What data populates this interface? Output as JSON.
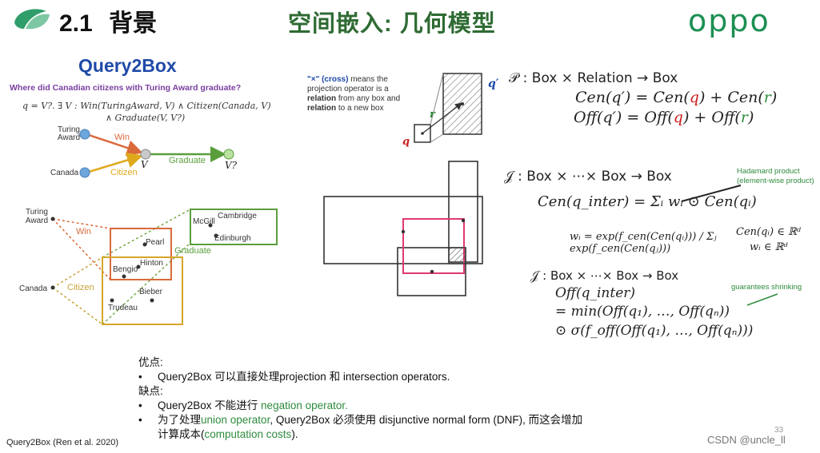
{
  "header": {
    "section_number": "2.1",
    "section_name": "背景",
    "slide_title": "空间嵌入: 几何模型",
    "brand": "oppo"
  },
  "query2box": {
    "title": "Query2Box",
    "question": "Where did Canadian citizens with Turing Award graduate?",
    "formula_line1": "q = V?. ∃ V : Win(TuringAward, V) ∧ Citizen(Canada, V)",
    "formula_line2": "∧ Graduate(V, V?)",
    "graph": {
      "turing_award": "Turing Award",
      "canada": "Canada",
      "win": "Win",
      "citizen": "Citizen",
      "graduate": "Graduate",
      "v": "V",
      "v_target": "V?"
    },
    "embedding": {
      "turing_award": "Turing Award",
      "canada": "Canada",
      "win": "Win",
      "citizen": "Citizen",
      "graduate": "Graduate",
      "entities": {
        "mcgill": "McGill",
        "cambridge": "Cambridge",
        "edinburgh": "Edinburgh",
        "pearl": "Pearl",
        "hinton": "Hinton",
        "bengio": "Bengio",
        "bieber": "Bieber",
        "trudeau": "Trudeau"
      }
    }
  },
  "projection": {
    "note_part1": "\"×\" (cross)",
    "note_part2": " means the projection operator is a ",
    "note_part3": "relation",
    "note_part4": " from any box and ",
    "note_part5": "relation",
    "note_part6": " to a new box",
    "label_q": "q",
    "label_r": "r",
    "label_q_prime": "q′",
    "operator": "𝒫 : Box × Relation → Box",
    "cen_eq_lhs": "Cen(q′) = Cen(",
    "cen_eq_q": "q",
    "cen_eq_mid": ") + Cen(",
    "cen_eq_r": "r",
    "cen_eq_end": ")",
    "off_eq_lhs": "Off(q′) = Off(",
    "off_eq_q": "q",
    "off_eq_mid": ") + Off(",
    "off_eq_r": "r",
    "off_eq_end": ")"
  },
  "intersection": {
    "operator": "𝒥 : Box × ⋯× Box → Box",
    "hadamard_note": "Hadamard product (element-wise product)",
    "cen_formula": "Cen(q_inter) = Σᵢ wᵢ ⊙ Cen(qᵢ)",
    "weight_formula": "wᵢ = exp(f_cen(Cen(qᵢ))) / Σⱼ exp(f_cen(Cen(qⱼ)))",
    "cen_domain": "Cen(qᵢ) ∈ ℝᵈ",
    "w_domain": "wᵢ ∈ ℝᵈ",
    "operator2": "𝒥 : Box × ⋯× Box → Box",
    "off_line1": "Off(q_inter)",
    "off_line2": "= min(Off(q₁), …, Off(qₙ))",
    "off_line3": "⊙ σ(f_off(Off(q₁), …, Off(qₙ)))",
    "shrink_note": "guarantees shrinking"
  },
  "pros_cons": {
    "pros_title": "优点:",
    "pro1": "Query2Box   可以直接处理projection   和 intersection operators.",
    "cons_title": "缺点:",
    "con1_prefix": "Query2Box   不能进行 ",
    "con1_green": "negation operator.",
    "con2_prefix": "为了处理",
    "con2_green1": "union operator",
    "con2_mid": ", Query2Box     必须使用 disjunctive normal form (DNF),      而这会增加",
    "con2_line2_prefix": "计算成本(",
    "con2_line2_green": "computation costs",
    "con2_line2_end": ")."
  },
  "footer": {
    "citation": "Query2Box (Ren et al. 2020)",
    "page_number": "33",
    "watermark": "CSDN @uncle_ll"
  }
}
